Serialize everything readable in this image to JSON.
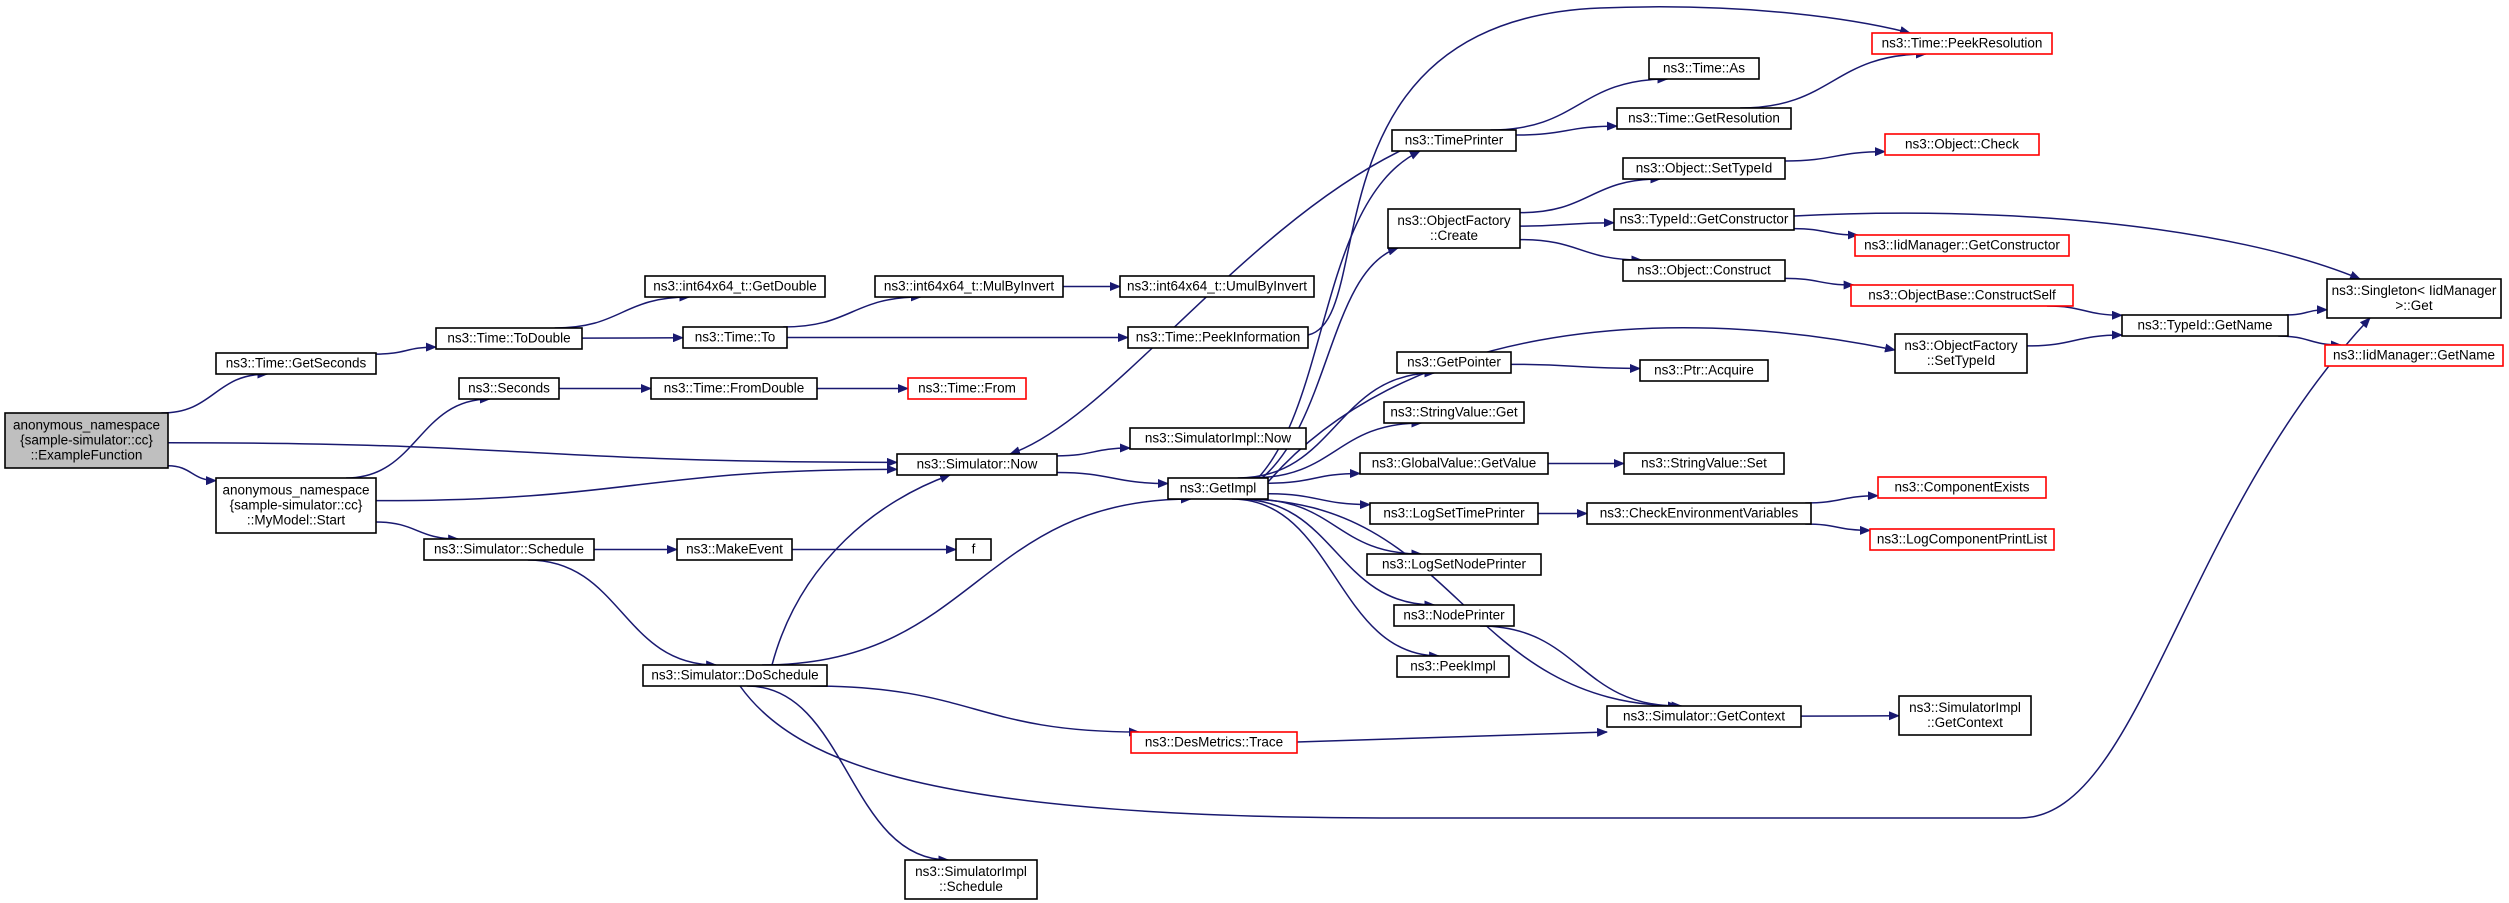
{
  "graph": {
    "root": "example_function",
    "colors": {
      "edge": "#191970",
      "box_border": "#000000",
      "missing_border": "#ff0000",
      "root_fill": "#bfbfbf",
      "background": "#ffffff"
    },
    "nodes": [
      {
        "id": "example_function",
        "lines": [
          "anonymous_namespace",
          "{sample-simulator::cc}",
          "::ExampleFunction"
        ],
        "style": "root"
      },
      {
        "id": "time_getseconds",
        "lines": [
          "ns3::Time::GetSeconds"
        ],
        "style": "normal"
      },
      {
        "id": "mymodel_start",
        "lines": [
          "anonymous_namespace",
          "{sample-simulator::cc}",
          "::MyModel::Start"
        ],
        "style": "normal"
      },
      {
        "id": "int64_getdouble",
        "lines": [
          "ns3::int64x64_t::GetDouble"
        ],
        "style": "normal"
      },
      {
        "id": "time_todouble",
        "lines": [
          "ns3::Time::ToDouble"
        ],
        "style": "normal"
      },
      {
        "id": "seconds",
        "lines": [
          "ns3::Seconds"
        ],
        "style": "normal"
      },
      {
        "id": "sim_schedule",
        "lines": [
          "ns3::Simulator::Schedule"
        ],
        "style": "normal"
      },
      {
        "id": "sim_doschedule",
        "lines": [
          "ns3::Simulator::DoSchedule"
        ],
        "style": "normal"
      },
      {
        "id": "time_to",
        "lines": [
          "ns3::Time::To"
        ],
        "style": "normal"
      },
      {
        "id": "time_fromdouble",
        "lines": [
          "ns3::Time::FromDouble"
        ],
        "style": "normal"
      },
      {
        "id": "makeevent",
        "lines": [
          "ns3::MakeEvent"
        ],
        "style": "normal"
      },
      {
        "id": "int64_mulbyinvert",
        "lines": [
          "ns3::int64x64_t::MulByInvert"
        ],
        "style": "normal"
      },
      {
        "id": "time_from",
        "lines": [
          "ns3::Time::From"
        ],
        "style": "missing"
      },
      {
        "id": "sim_now",
        "lines": [
          "ns3::Simulator::Now"
        ],
        "style": "normal"
      },
      {
        "id": "f",
        "lines": [
          "f"
        ],
        "style": "normal"
      },
      {
        "id": "simimpl_schedule",
        "lines": [
          "ns3::SimulatorImpl",
          "::Schedule"
        ],
        "style": "normal"
      },
      {
        "id": "int64_umulbyinvert",
        "lines": [
          "ns3::int64x64_t::UmulByInvert"
        ],
        "style": "normal"
      },
      {
        "id": "time_peekinformation",
        "lines": [
          "ns3::Time::PeekInformation"
        ],
        "style": "normal"
      },
      {
        "id": "simimpl_now",
        "lines": [
          "ns3::SimulatorImpl::Now"
        ],
        "style": "normal"
      },
      {
        "id": "getimpl",
        "lines": [
          "ns3::GetImpl"
        ],
        "style": "normal"
      },
      {
        "id": "desmetrics_trace",
        "lines": [
          "ns3::DesMetrics::Trace"
        ],
        "style": "missing"
      },
      {
        "id": "timeprinter",
        "lines": [
          "ns3::TimePrinter"
        ],
        "style": "normal"
      },
      {
        "id": "objectfactory_create",
        "lines": [
          "ns3::ObjectFactory",
          "::Create"
        ],
        "style": "normal"
      },
      {
        "id": "getpointer",
        "lines": [
          "ns3::GetPointer"
        ],
        "style": "normal"
      },
      {
        "id": "stringvalue_get",
        "lines": [
          "ns3::StringValue::Get"
        ],
        "style": "normal"
      },
      {
        "id": "globalvalue_getvalue",
        "lines": [
          "ns3::GlobalValue::GetValue"
        ],
        "style": "normal"
      },
      {
        "id": "logsettimeprinter",
        "lines": [
          "ns3::LogSetTimePrinter"
        ],
        "style": "normal"
      },
      {
        "id": "logsetnodeprinter",
        "lines": [
          "ns3::LogSetNodePrinter"
        ],
        "style": "normal"
      },
      {
        "id": "nodeprinter",
        "lines": [
          "ns3::NodePrinter"
        ],
        "style": "normal"
      },
      {
        "id": "peekimpl",
        "lines": [
          "ns3::PeekImpl"
        ],
        "style": "normal"
      },
      {
        "id": "time_as",
        "lines": [
          "ns3::Time::As"
        ],
        "style": "normal"
      },
      {
        "id": "time_getresolution",
        "lines": [
          "ns3::Time::GetResolution"
        ],
        "style": "normal"
      },
      {
        "id": "object_settypeid",
        "lines": [
          "ns3::Object::SetTypeId"
        ],
        "style": "normal"
      },
      {
        "id": "typeid_getconstructor",
        "lines": [
          "ns3::TypeId::GetConstructor"
        ],
        "style": "normal"
      },
      {
        "id": "object_construct",
        "lines": [
          "ns3::Object::Construct"
        ],
        "style": "normal"
      },
      {
        "id": "objectfactory_settypeid",
        "lines": [
          "ns3::ObjectFactory",
          "::SetTypeId"
        ],
        "style": "normal"
      },
      {
        "id": "ptr_acquire",
        "lines": [
          "ns3::Ptr::Acquire"
        ],
        "style": "normal"
      },
      {
        "id": "stringvalue_set",
        "lines": [
          "ns3::StringValue::Set"
        ],
        "style": "normal"
      },
      {
        "id": "checkenvvars",
        "lines": [
          "ns3::CheckEnvironmentVariables"
        ],
        "style": "normal"
      },
      {
        "id": "sim_getcontext",
        "lines": [
          "ns3::Simulator::GetContext"
        ],
        "style": "normal"
      },
      {
        "id": "time_peekresolution",
        "lines": [
          "ns3::Time::PeekResolution"
        ],
        "style": "missing"
      },
      {
        "id": "object_check",
        "lines": [
          "ns3::Object::Check"
        ],
        "style": "missing"
      },
      {
        "id": "iidmanager_getconstructor",
        "lines": [
          "ns3::IidManager::GetConstructor"
        ],
        "style": "missing"
      },
      {
        "id": "objectbase_constructself",
        "lines": [
          "ns3::ObjectBase::ConstructSelf"
        ],
        "style": "missing"
      },
      {
        "id": "componentexists",
        "lines": [
          "ns3::ComponentExists"
        ],
        "style": "missing"
      },
      {
        "id": "logcomponentprintlist",
        "lines": [
          "ns3::LogComponentPrintList"
        ],
        "style": "missing"
      },
      {
        "id": "simimpl_getcontext",
        "lines": [
          "ns3::SimulatorImpl",
          "::GetContext"
        ],
        "style": "normal"
      },
      {
        "id": "typeid_getname",
        "lines": [
          "ns3::TypeId::GetName"
        ],
        "style": "normal"
      },
      {
        "id": "singleton_get",
        "lines": [
          "ns3::Singleton< IidManager",
          " >::Get"
        ],
        "style": "normal"
      },
      {
        "id": "iidmanager_getname",
        "lines": [
          "ns3::IidManager::GetName"
        ],
        "style": "missing"
      }
    ],
    "edges": [
      [
        "example_function",
        "time_getseconds"
      ],
      [
        "example_function",
        "sim_now"
      ],
      [
        "example_function",
        "mymodel_start"
      ],
      [
        "time_getseconds",
        "time_todouble"
      ],
      [
        "time_todouble",
        "int64_getdouble"
      ],
      [
        "time_todouble",
        "time_to"
      ],
      [
        "time_to",
        "int64_mulbyinvert"
      ],
      [
        "time_to",
        "time_peekinformation"
      ],
      [
        "int64_mulbyinvert",
        "int64_umulbyinvert"
      ],
      [
        "mymodel_start",
        "seconds"
      ],
      [
        "mymodel_start",
        "sim_now"
      ],
      [
        "mymodel_start",
        "sim_schedule"
      ],
      [
        "seconds",
        "time_fromdouble"
      ],
      [
        "time_fromdouble",
        "time_from"
      ],
      [
        "sim_schedule",
        "makeevent"
      ],
      [
        "sim_schedule",
        "sim_doschedule"
      ],
      [
        "makeevent",
        "f"
      ],
      [
        "sim_doschedule",
        "sim_now"
      ],
      [
        "sim_doschedule",
        "getimpl"
      ],
      [
        "sim_doschedule",
        "desmetrics_trace"
      ],
      [
        "sim_doschedule",
        "simimpl_schedule"
      ],
      [
        "sim_doschedule",
        "singleton_get"
      ],
      [
        "sim_now",
        "simimpl_now"
      ],
      [
        "sim_now",
        "getimpl"
      ],
      [
        "getimpl",
        "timeprinter"
      ],
      [
        "getimpl",
        "objectfactory_create"
      ],
      [
        "getimpl",
        "objectfactory_settypeid"
      ],
      [
        "getimpl",
        "getpointer"
      ],
      [
        "getimpl",
        "stringvalue_get"
      ],
      [
        "getimpl",
        "globalvalue_getvalue"
      ],
      [
        "getimpl",
        "logsettimeprinter"
      ],
      [
        "getimpl",
        "logsetnodeprinter"
      ],
      [
        "getimpl",
        "nodeprinter"
      ],
      [
        "getimpl",
        "peekimpl"
      ],
      [
        "getimpl",
        "sim_getcontext"
      ],
      [
        "timeprinter",
        "sim_now"
      ],
      [
        "timeprinter",
        "time_as"
      ],
      [
        "timeprinter",
        "time_getresolution"
      ],
      [
        "time_getresolution",
        "time_peekresolution"
      ],
      [
        "time_peekinformation",
        "time_peekresolution"
      ],
      [
        "objectfactory_create",
        "object_settypeid"
      ],
      [
        "objectfactory_create",
        "typeid_getconstructor"
      ],
      [
        "objectfactory_create",
        "object_construct"
      ],
      [
        "object_settypeid",
        "object_check"
      ],
      [
        "typeid_getconstructor",
        "iidmanager_getconstructor"
      ],
      [
        "typeid_getconstructor",
        "singleton_get"
      ],
      [
        "object_construct",
        "objectbase_constructself"
      ],
      [
        "objectbase_constructself",
        "typeid_getname"
      ],
      [
        "objectfactory_settypeid",
        "typeid_getname"
      ],
      [
        "typeid_getname",
        "singleton_get"
      ],
      [
        "typeid_getname",
        "iidmanager_getname"
      ],
      [
        "getpointer",
        "ptr_acquire"
      ],
      [
        "globalvalue_getvalue",
        "stringvalue_set"
      ],
      [
        "logsettimeprinter",
        "checkenvvars"
      ],
      [
        "checkenvvars",
        "componentexists"
      ],
      [
        "checkenvvars",
        "logcomponentprintlist"
      ],
      [
        "nodeprinter",
        "sim_getcontext"
      ],
      [
        "desmetrics_trace",
        "sim_getcontext"
      ],
      [
        "sim_getcontext",
        "simimpl_getcontext"
      ]
    ]
  }
}
